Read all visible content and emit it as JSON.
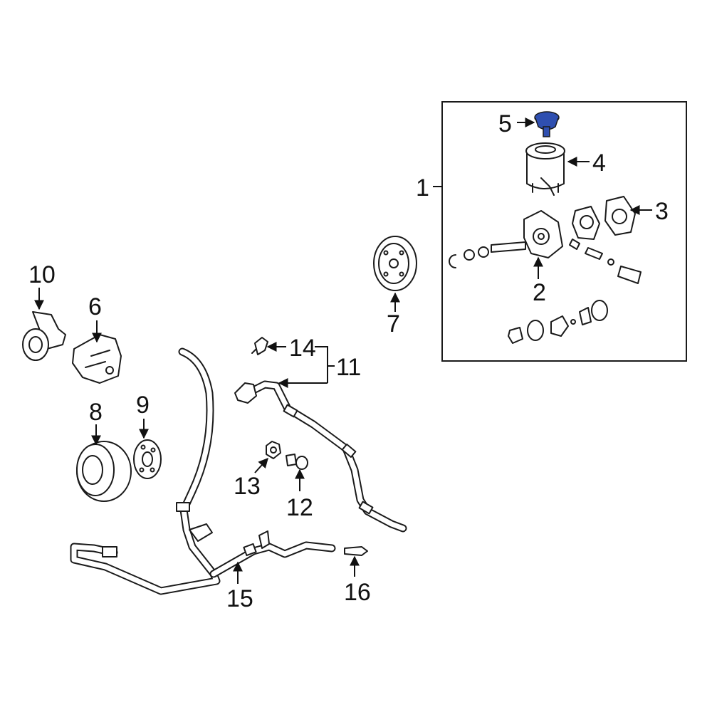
{
  "labels": {
    "l1": "1",
    "l2": "2",
    "l3": "3",
    "l4": "4",
    "l5": "5",
    "l6": "6",
    "l7": "7",
    "l8": "8",
    "l9": "9",
    "l10": "10",
    "l11": "11",
    "l12": "12",
    "l13": "13",
    "l14": "14",
    "l15": "15",
    "l16": "16"
  },
  "colors": {
    "highlight": "#2f4fb0",
    "line": "#1a1a1a",
    "background": "#ffffff"
  }
}
